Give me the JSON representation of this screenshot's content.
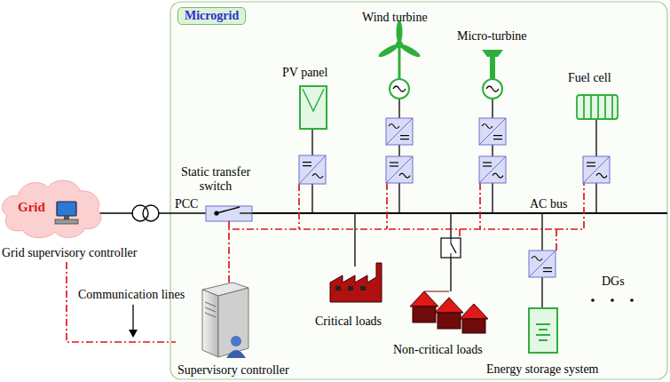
{
  "diagram": {
    "nodes": [
      {
        "text": [
          "Microgrid"
        ]
      },
      {
        "text": [
          "Grid",
          "Grid supervisory controller"
        ]
      },
      {
        "text": [
          "Supervisory controller"
        ],
        "in": 0
      }
    ],
    "edges": [
      {
        "from": 1,
        "to": 2,
        "arrow": "none"
      }
    ],
    "labels": [
      "PCC",
      "Static transfer switch",
      "PV panel",
      "Wind turbine",
      "Micro-turbine",
      "Fuel cell",
      "AC bus",
      "Communication lines",
      "Critical loads",
      "Non-critical loads",
      "Energy storage system",
      "DGs"
    ]
  }
}
